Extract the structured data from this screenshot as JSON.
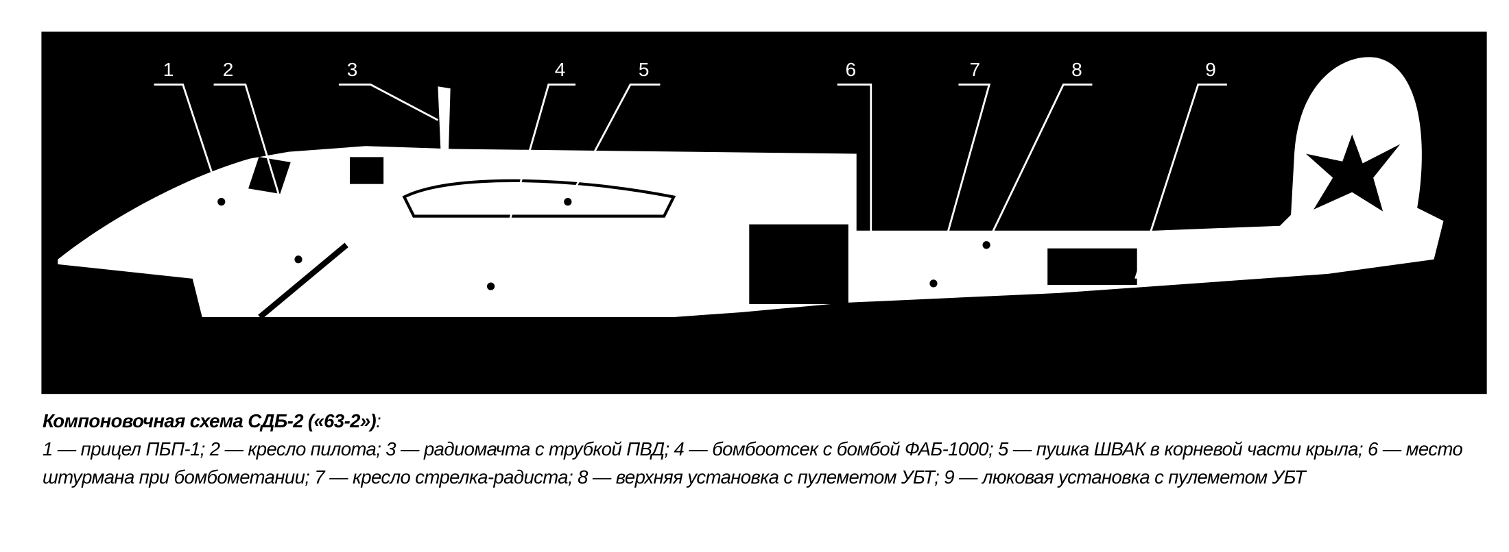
{
  "figure": {
    "callouts": [
      "1",
      "2",
      "3",
      "4",
      "5",
      "6",
      "7",
      "8",
      "9"
    ]
  },
  "caption": {
    "title": "Компоновочная схема СДБ-2 («63-2»)",
    "title_suffix": ":",
    "items": [
      "1 — прицел ПБП-1; ",
      "2 — кресло пилота; ",
      "3 — радиомачта с трубкой ПВД; ",
      "4 — бомбоотсек с бомбой ФАБ-1000; ",
      "5 — пушка ШВАК в корневой части крыла; ",
      "6 — место штурмана при бомбометании; ",
      "7 — кресло стрелка-радиста; ",
      "8 — верхняя установка с пулеметом УБТ; ",
      "9 — люковая установка с пулеметом УБТ"
    ]
  }
}
